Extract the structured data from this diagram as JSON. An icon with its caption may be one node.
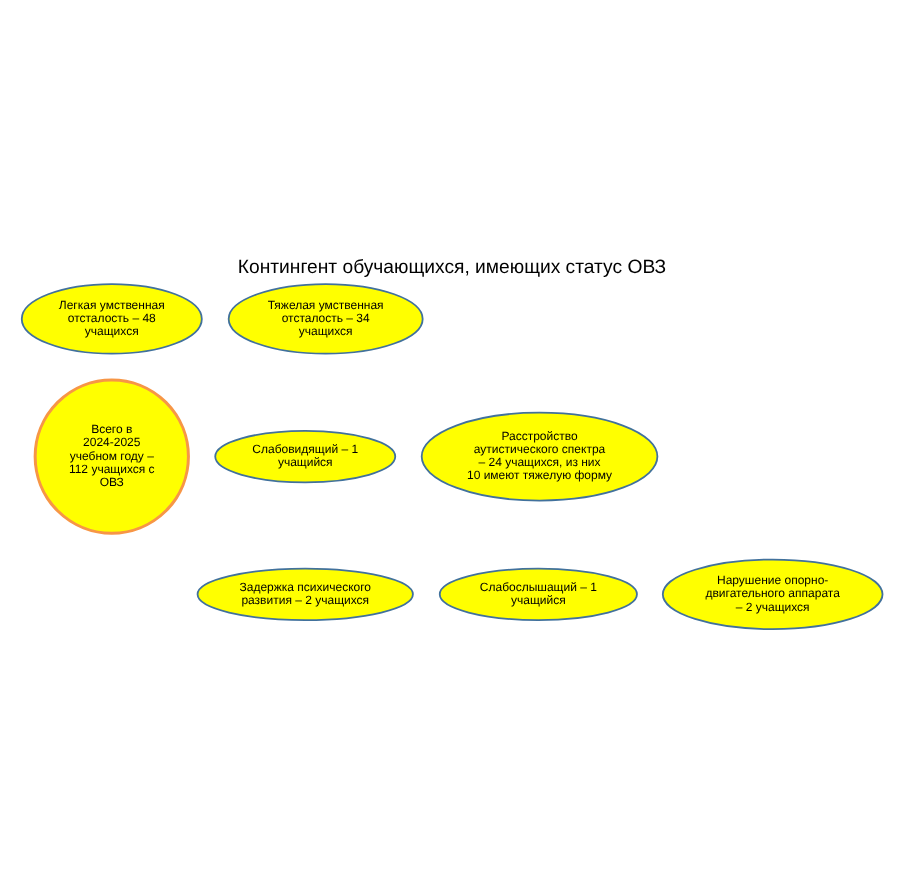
{
  "diagram": {
    "title": "Контингент обучающихся, имеющих статус ОВЗ",
    "nodes": [
      {
        "text": [
          "Легкая умственная отсталость – 48 учащихся"
        ]
      },
      {
        "text": [
          "Тяжелая умственная отсталость – 34 учащихся"
        ]
      },
      {
        "text": [
          "Слабовидящий – 1 учащийся"
        ]
      },
      {
        "text": [
          "Всего в 2024-2025 учебном году – 112 учащихся с ОВЗ"
        ]
      },
      {
        "text": [
          "Расстройство аутистического спектра – 24 учащихся, из них 10 имеют тяжелую форму"
        ]
      },
      {
        "text": [
          "Слабослышащий – 1 учащийся"
        ]
      },
      {
        "text": [
          "Задержка психического развития – 2 учащихся"
        ]
      },
      {
        "text": [
          "Нарушение опорно-двигательного аппарата – 2 учащихся"
        ]
      }
    ],
    "edges": []
  }
}
